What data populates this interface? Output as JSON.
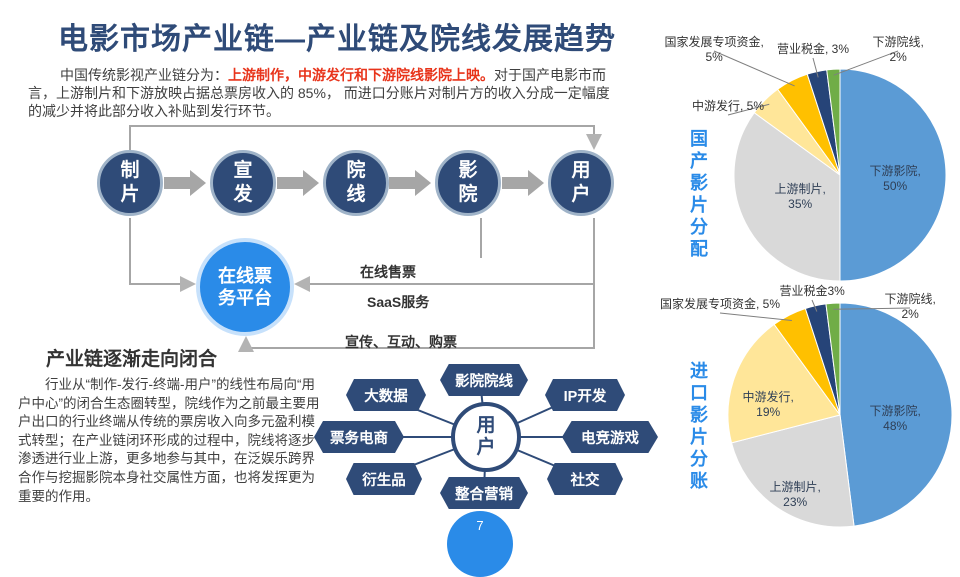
{
  "title": "电影市场产业链—产业链及院线发展趋势",
  "intro": {
    "prefix": "中国传统影视产业链分为：",
    "highlight": "上游制作，中游发行和下游院线影院上映。",
    "suffix": "对于国产电影市而言，上游制片和下游放映占据总票房收入的 85%， 而进口分账片对制片方的收入分成一定幅度的减少并将此部分收入补贴到发行环节。"
  },
  "flow": {
    "nodes": [
      "制片",
      "宣发",
      "院线",
      "影院",
      "用户"
    ],
    "platform": "在线票务平台",
    "labels": {
      "ticketing": "在线售票",
      "saas": "SaaS服务",
      "promo": "宣传、互动、购票"
    }
  },
  "closing": {
    "title": "产业链逐渐走向闭合",
    "body": "行业从“制作-发行-终端-用户”的线性布局向“用户中心”的闭合生态圈转型，院线作为之前最主要用户出口的行业终端从传统的票房收入向多元盈利模式转型；在产业链闭环形成的过程中，院线将逐步渗透进行业上游，更多地参与其中，在泛娱乐跨界合作与挖掘影院本身社交属性方面，也将发挥更为重要的作用。"
  },
  "ecosystem": {
    "center": "用户",
    "items": [
      "大数据",
      "影院院线",
      "IP开发",
      "票务电商",
      "电竞游戏",
      "衍生品",
      "整合营销",
      "社交"
    ]
  },
  "page_number": "7",
  "chart_data": [
    {
      "type": "pie",
      "title": "国产影片分配",
      "categories": [
        "下游影院",
        "上游制片",
        "中游发行",
        "国家发展专项资金",
        "营业税金",
        "下游院线"
      ],
      "values": [
        50,
        35,
        5,
        5,
        3,
        2
      ],
      "labels": [
        "下游影院,\n50%",
        "上游制片,\n35%",
        "中游发行, 5%",
        "国家发展专项资金,\n5%",
        "营业税金, 3%",
        "下游院线,\n2%"
      ],
      "colors": [
        "#5b9bd5",
        "#d9d9d9",
        "#ffe699",
        "#ffc000",
        "#264478",
        "#70ad47"
      ]
    },
    {
      "type": "pie",
      "title": "进口影片分账",
      "categories": [
        "下游影院",
        "上游制片",
        "中游发行",
        "国家发展专项资金",
        "营业税金",
        "下游院线"
      ],
      "values": [
        48,
        23,
        19,
        5,
        3,
        2
      ],
      "labels": [
        "下游影院,\n48%",
        "上游制片,\n23%",
        "中游发行,\n19%",
        "国家发展专项资金, 5%",
        "营业税金3%",
        "下游院线,\n2%"
      ],
      "colors": [
        "#5b9bd5",
        "#d9d9d9",
        "#ffe699",
        "#ffc000",
        "#264478",
        "#70ad47"
      ]
    }
  ]
}
